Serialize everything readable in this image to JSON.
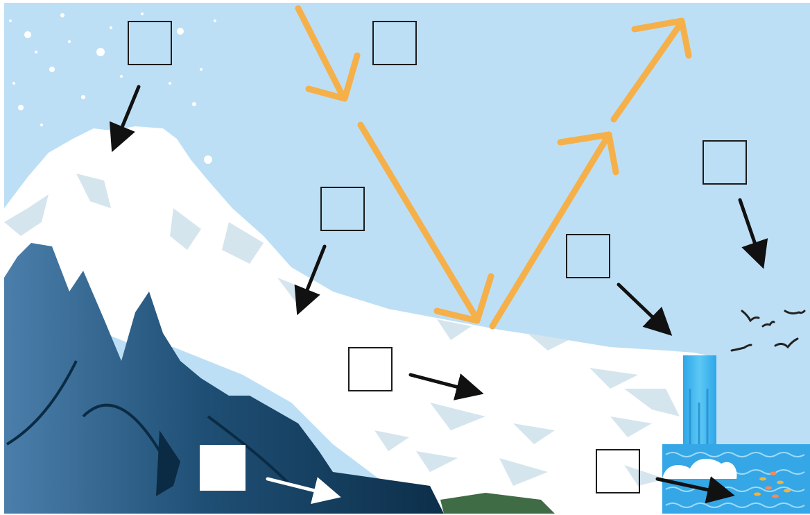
{
  "diagram": {
    "title": "",
    "label_boxes": [
      {
        "id": "snowfall",
        "text": ""
      },
      {
        "id": "incoming-sunlight",
        "text": ""
      },
      {
        "id": "accumulation-zone",
        "text": ""
      },
      {
        "id": "sublimation",
        "text": ""
      },
      {
        "id": "glacier-flow",
        "text": ""
      },
      {
        "id": "calving",
        "text": ""
      },
      {
        "id": "bedrock",
        "text": ""
      },
      {
        "id": "meltwater",
        "text": ""
      }
    ],
    "arrow_colors": {
      "sunlight": "#f5b04a",
      "label": "#111111",
      "bedrock": "#ffffff"
    },
    "scene_colors": {
      "sky": "#bddff5",
      "snow": "#ffffff",
      "snow_shadow": "#d5e5ee",
      "rock_dark": "#0e3552",
      "rock_light": "#3c74a0",
      "water": "#4fbdf0",
      "sea": "#35a7e6"
    }
  }
}
